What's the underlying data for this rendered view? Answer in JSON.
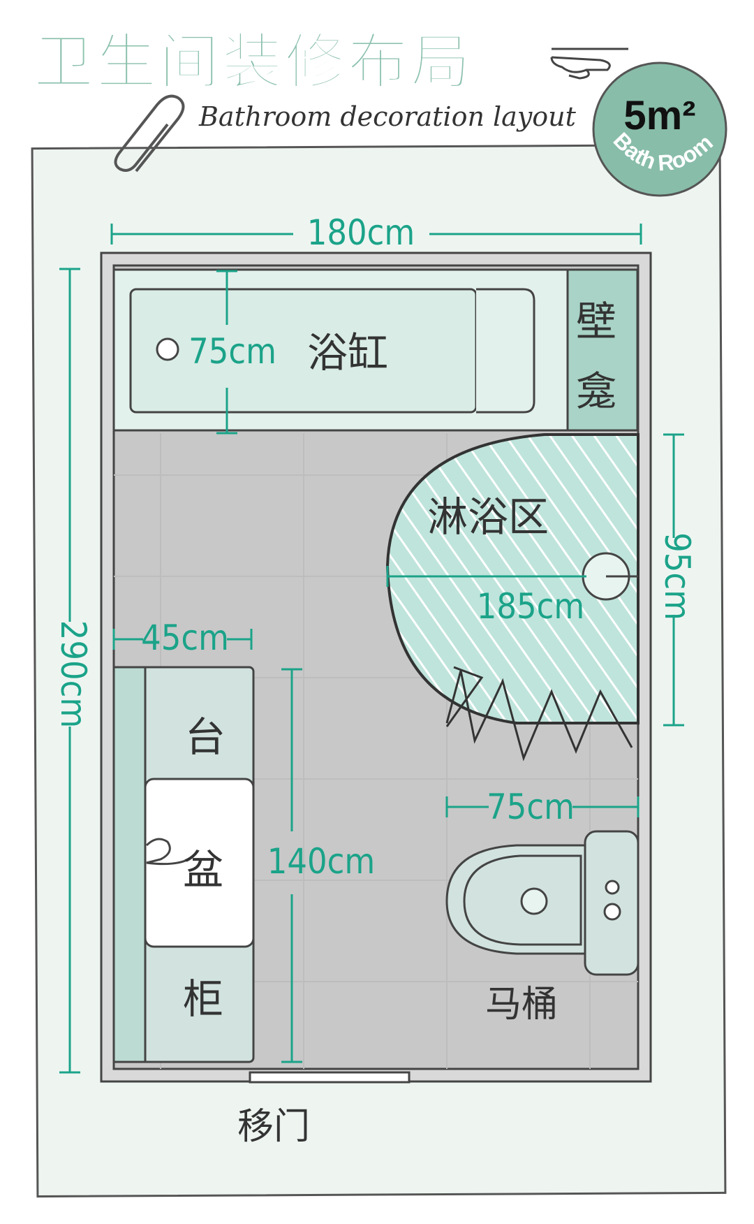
{
  "header": {
    "title": "卫生间装修布局",
    "subtitle": "Bathroom decoration layout"
  },
  "badge": {
    "area": "5m²",
    "room": "Bath Room"
  },
  "fixtures": {
    "bathtub": "浴缸",
    "niche_top": "壁",
    "niche_bottom": "龛",
    "shower": "淋浴区",
    "vanity_top": "台",
    "vanity_mid": "盆",
    "vanity_bottom": "柜",
    "toilet": "马桶",
    "door": "移门"
  },
  "dimensions": {
    "width": "180cm",
    "height": "290cm",
    "bathtub_depth": "75cm",
    "shower_width": "185cm",
    "shower_depth": "95cm",
    "vanity_depth": "45cm",
    "vanity_length": "140cm",
    "toilet_width": "75cm"
  },
  "colors": {
    "accent": "#1ba389",
    "mint": "#cfe6df",
    "floor": "#c9c9c9",
    "title": "#8cc1ad"
  }
}
